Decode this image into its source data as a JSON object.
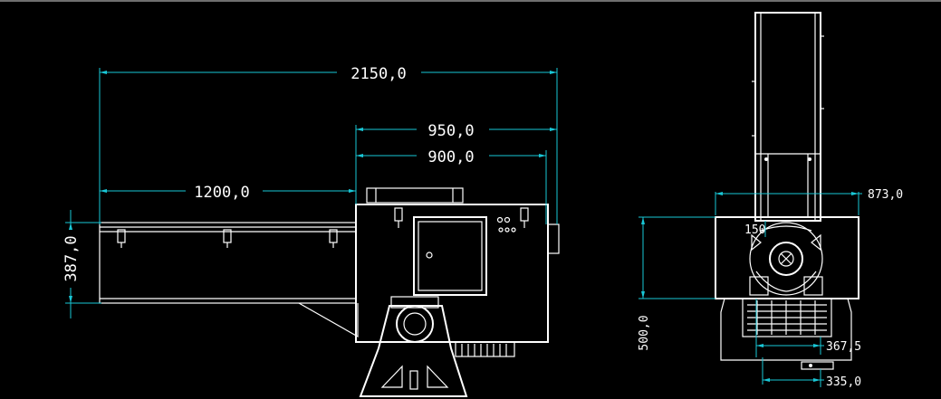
{
  "colors": {
    "background": "#000000",
    "dimension_line": "#19c7d6",
    "geometry": "#ffffff",
    "text": "#ffffff"
  },
  "dimensions": {
    "overall_length": "2150,0",
    "right_section_outer": "950,0",
    "right_section_inner": "900,0",
    "left_section": "1200,0",
    "height_front": "387,0",
    "side_top_width": "873,0",
    "side_height": "500,0",
    "side_mid_width": "367,5",
    "side_bottom_width": "335,0",
    "side_small_label": "150"
  }
}
